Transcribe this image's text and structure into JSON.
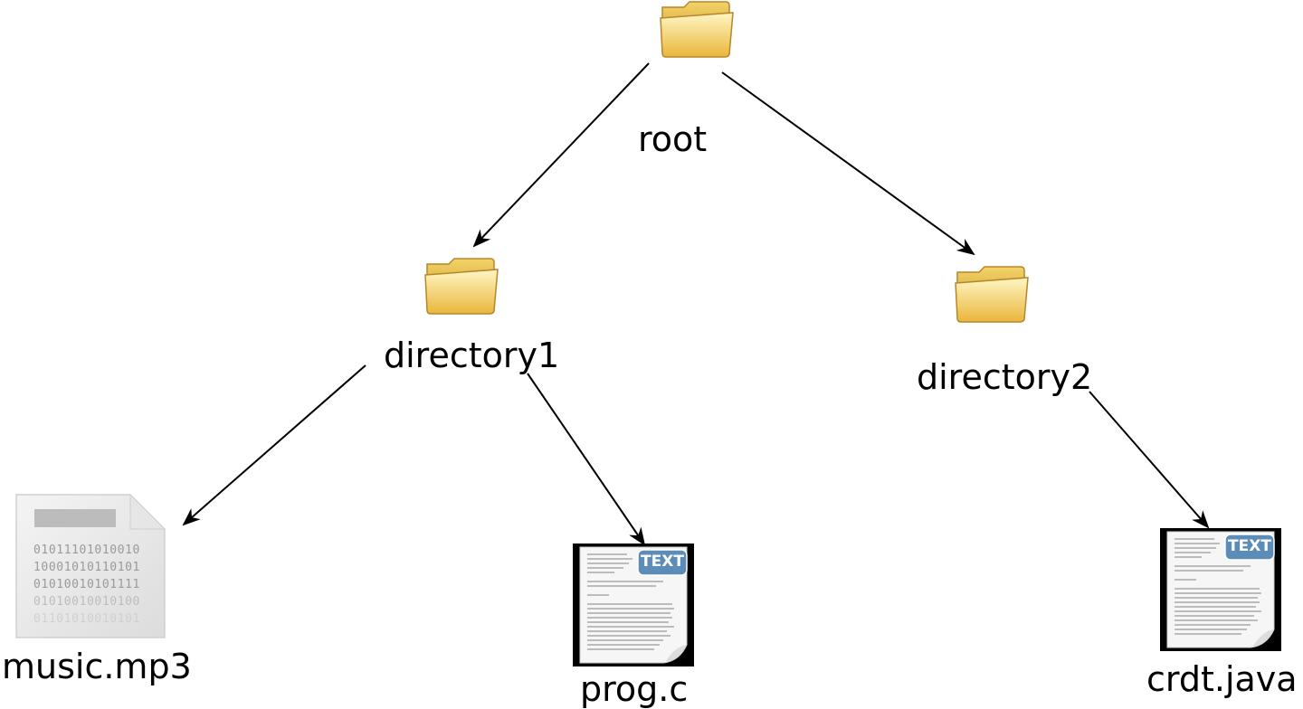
{
  "tree": {
    "root": {
      "label": "root",
      "icon": "folder-icon"
    },
    "directory1": {
      "label": "directory1",
      "icon": "folder-icon"
    },
    "directory2": {
      "label": "directory2",
      "icon": "folder-icon"
    },
    "music": {
      "label": "music.mp3",
      "icon": "binary-file-icon",
      "binary_rows": [
        "01011101010010",
        "10001010110101",
        "01010010101111",
        "01010010010100",
        "01101010010101"
      ]
    },
    "prog": {
      "label": "prog.c",
      "icon": "text-file-icon",
      "badge": "TEXT"
    },
    "crdt": {
      "label": "crdt.java",
      "icon": "text-file-icon",
      "badge": "TEXT"
    }
  },
  "colors": {
    "folder_light": "#fff2b0",
    "folder_dark": "#e8b838",
    "folder_edge": "#b8862a",
    "badge": "#5b8db8",
    "arrow": "#000000"
  }
}
